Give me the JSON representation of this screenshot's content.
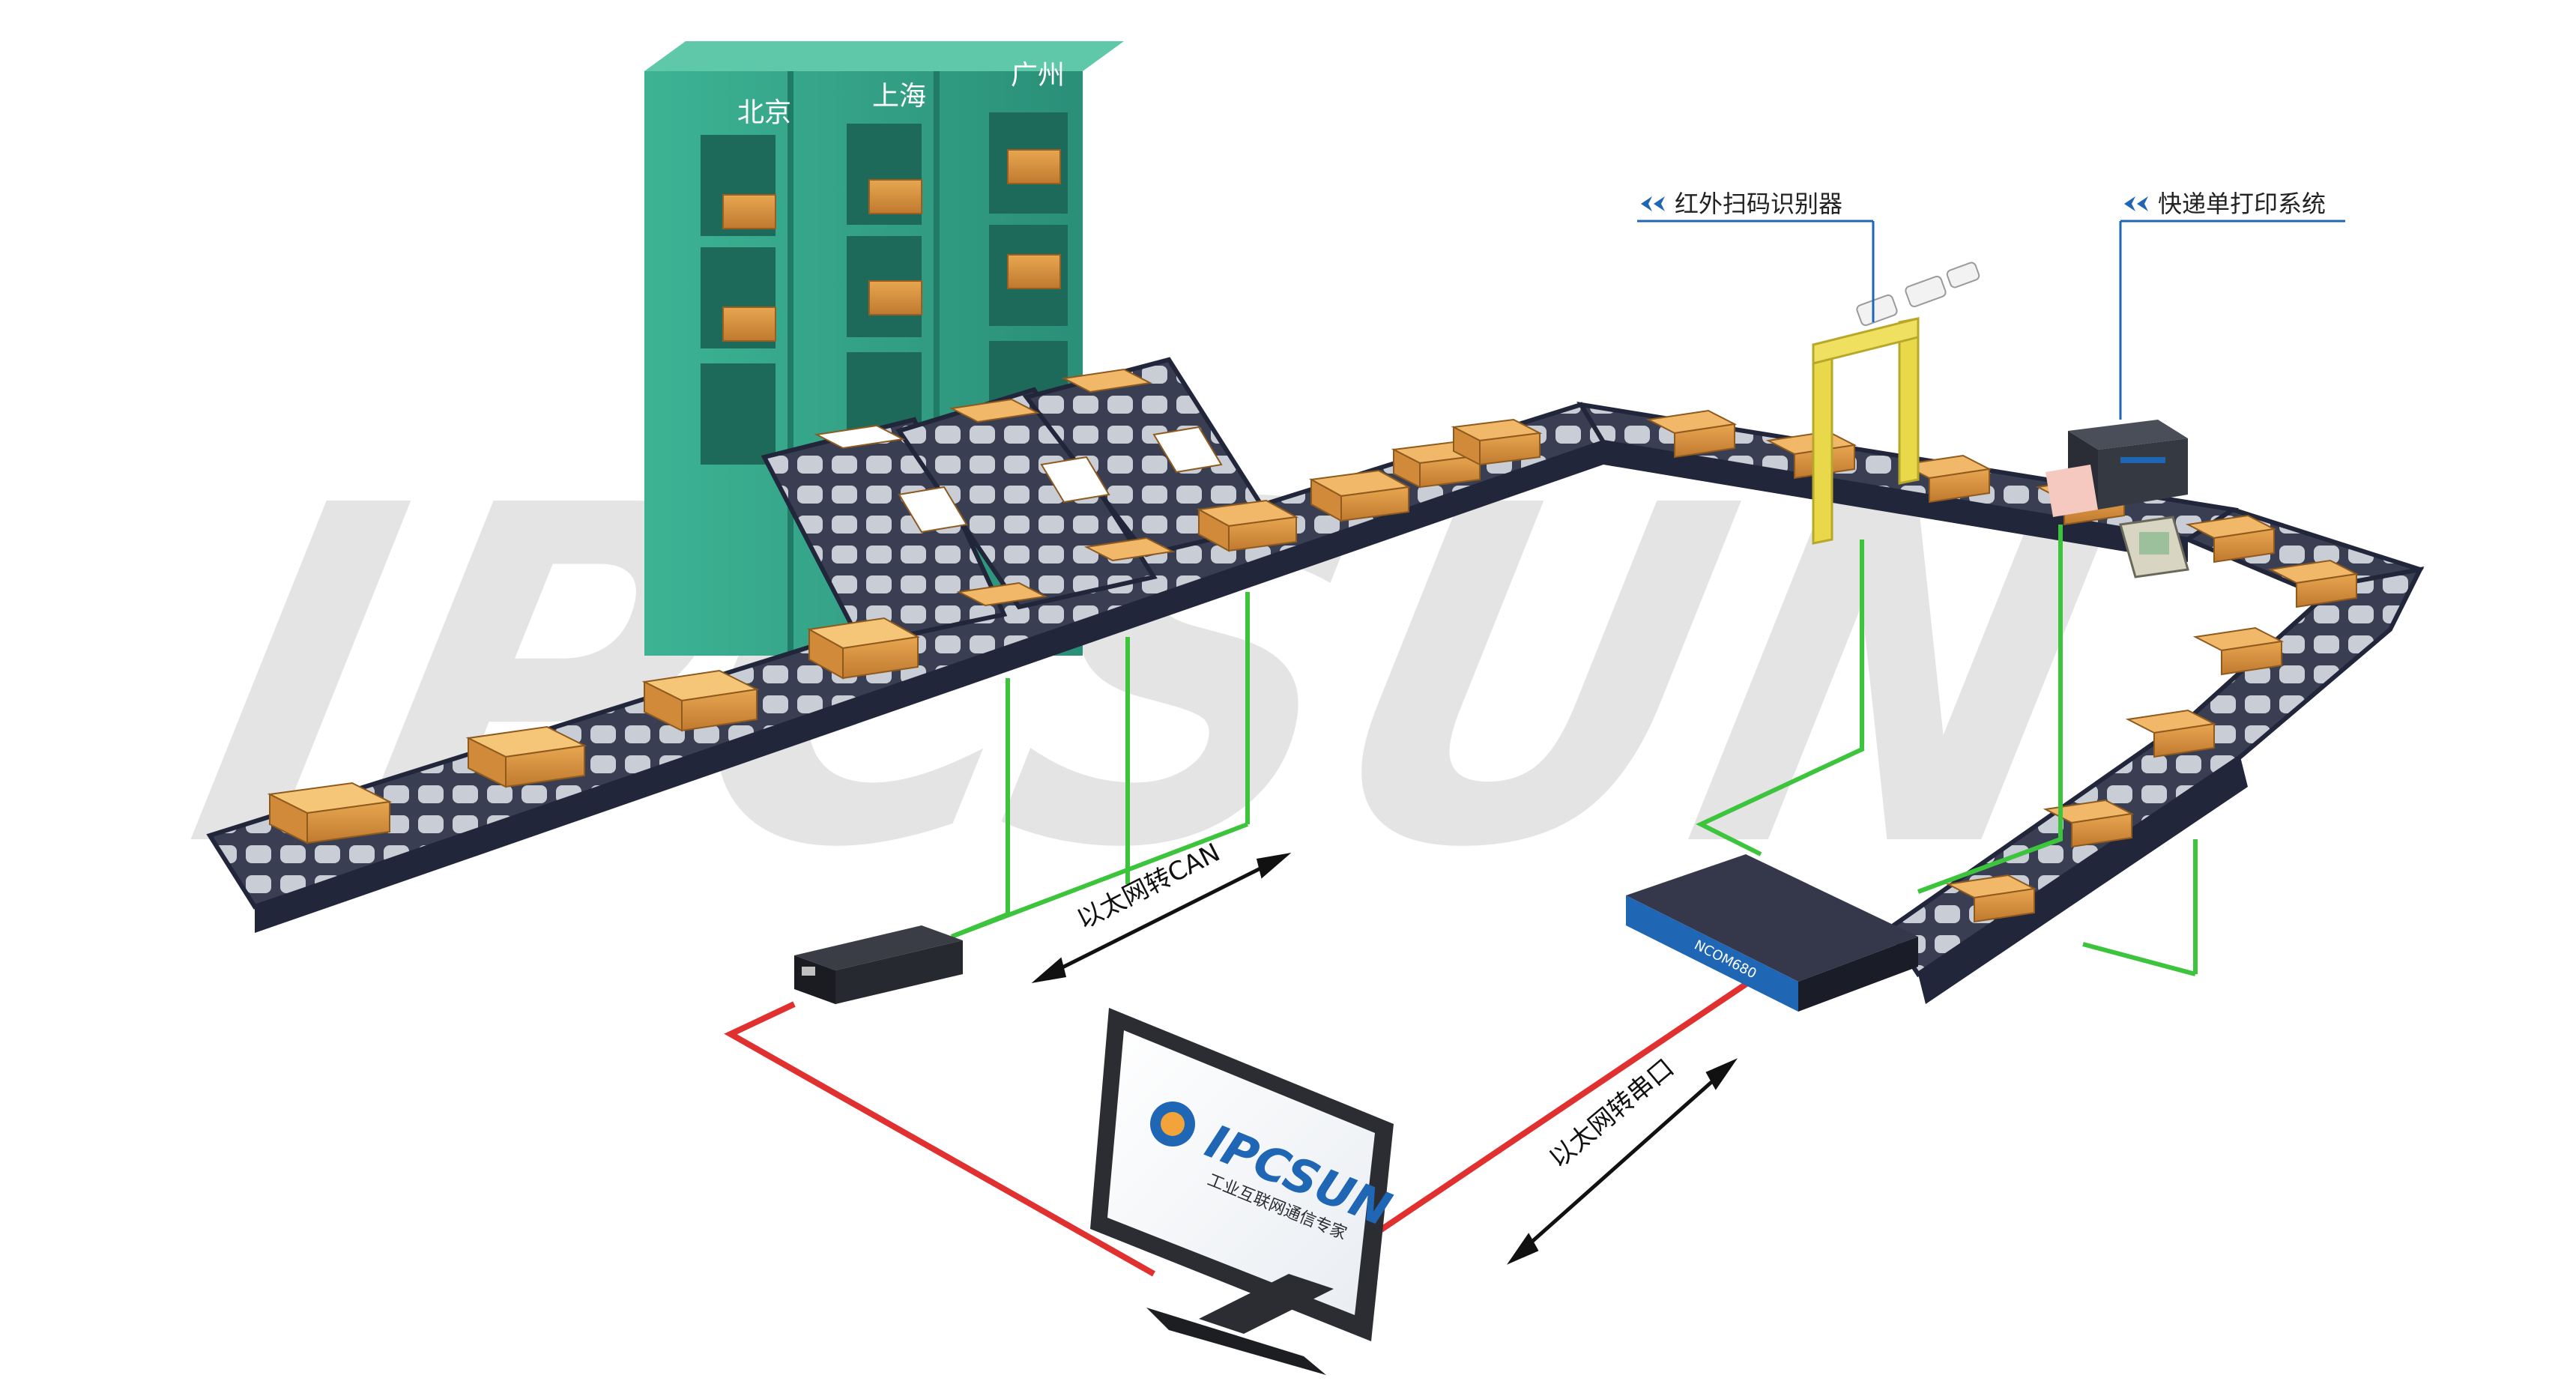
{
  "shelf": {
    "columns": [
      "北京",
      "上海",
      "广州"
    ]
  },
  "callouts": {
    "scanner": "红外扫码识别器",
    "printer": "快递单打印系统"
  },
  "links": {
    "can": "以太网转CAN",
    "serial": "以太网转串口"
  },
  "watermark": "IPCSUN",
  "monitor": {
    "brand": "IPCSUN",
    "tagline": "工业互联网通信专家"
  },
  "device_label": "NCOM680",
  "colors": {
    "conveyor": "#2f3347",
    "roller": "#c9cdd6",
    "box": "#d99a4a",
    "box_top": "#f0b868",
    "shelf": "#3aa58c",
    "shelf_dark": "#237f6a",
    "ethernet_green": "#3cc43c",
    "serial_red": "#e03030",
    "accent_blue": "#1f66b5",
    "scanner_post": "#e8d84a"
  }
}
